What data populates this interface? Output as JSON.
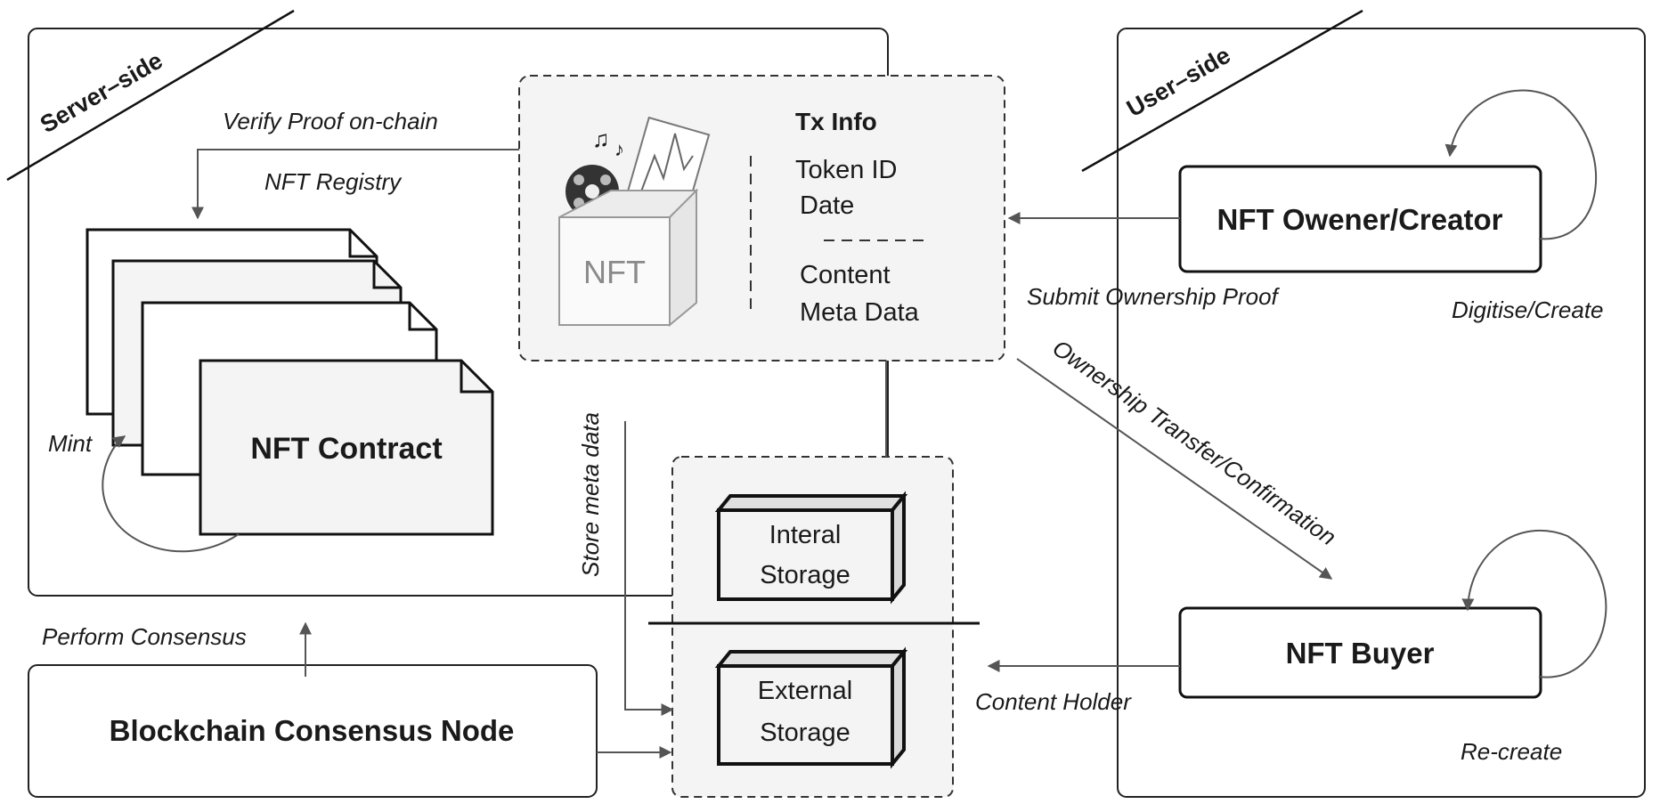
{
  "regions": {
    "server": "Server–side",
    "user": "User–side"
  },
  "nft_box": {
    "box_label": "NFT",
    "tx_title": "Tx Info",
    "token_id": "Token ID",
    "date": "Date",
    "content": "Content",
    "meta_data": "Meta Data"
  },
  "contract": {
    "label": "NFT  Contract"
  },
  "owner": {
    "label": "NFT Owener/Creator"
  },
  "buyer": {
    "label": "NFT Buyer"
  },
  "consensus_node": {
    "label": "Blockchain Consensus Node"
  },
  "storage": {
    "internal_line1": "Interal",
    "internal_line2": "Storage",
    "external_line1": "External",
    "external_line2": "Storage"
  },
  "edge_labels": {
    "verify": "Verify Proof on-chain",
    "registry": "NFT  Registry",
    "mint": "Mint",
    "store_meta": "Store meta data",
    "perform_consensus": "Perform Consensus",
    "submit_proof": "Submit Ownership Proof",
    "digitise": "Digitise/Create",
    "transfer": "Ownership Transfer/Confirmation",
    "content_holder": "Content Holder",
    "recreate": "Re-create"
  },
  "colors": {
    "line": "#555555",
    "box_fill": "#f4f4f4",
    "text": "#1a1a1a"
  }
}
